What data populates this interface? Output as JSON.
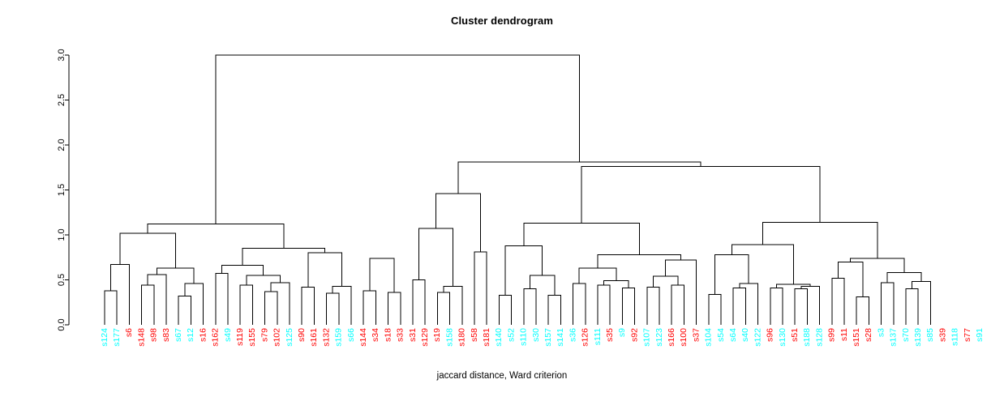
{
  "chart_data": {
    "type": "dendrogram",
    "title": "Cluster dendrogram",
    "xlabel": "jaccard distance, Ward criterion",
    "ylabel": "",
    "ylim": [
      0,
      3.0
    ],
    "yticks": [
      "0.0",
      "0.5",
      "1.0",
      "1.5",
      "2.0",
      "2.5",
      "3.0"
    ],
    "ytick_values": [
      0,
      0.5,
      1.0,
      1.5,
      2.0,
      2.5,
      3.0
    ],
    "grid": false,
    "legend": "none",
    "colors": {
      "group_cyan": "#00FFFF",
      "group_red": "#FF0000",
      "links": "#000000",
      "axis": "#000000",
      "background": "#FFFFFF"
    },
    "leaf_count": 68,
    "leaves": [
      {
        "label": "s124",
        "color": "#00FFFF"
      },
      {
        "label": "s177",
        "color": "#00FFFF"
      },
      {
        "label": "s6",
        "color": "#FF0000"
      },
      {
        "label": "s148",
        "color": "#FF0000"
      },
      {
        "label": "s98",
        "color": "#FF0000"
      },
      {
        "label": "s83",
        "color": "#FF0000"
      },
      {
        "label": "s67",
        "color": "#00FFFF"
      },
      {
        "label": "s12",
        "color": "#00FFFF"
      },
      {
        "label": "s16",
        "color": "#FF0000"
      },
      {
        "label": "s162",
        "color": "#FF0000"
      },
      {
        "label": "s49",
        "color": "#00FFFF"
      },
      {
        "label": "s119",
        "color": "#FF0000"
      },
      {
        "label": "s155",
        "color": "#FF0000"
      },
      {
        "label": "s79",
        "color": "#FF0000"
      },
      {
        "label": "s102",
        "color": "#FF0000"
      },
      {
        "label": "s125",
        "color": "#00FFFF"
      },
      {
        "label": "s90",
        "color": "#FF0000"
      },
      {
        "label": "s161",
        "color": "#FF0000"
      },
      {
        "label": "s132",
        "color": "#FF0000"
      },
      {
        "label": "s159",
        "color": "#00FFFF"
      },
      {
        "label": "s66",
        "color": "#00FFFF"
      },
      {
        "label": "s144",
        "color": "#FF0000"
      },
      {
        "label": "s34",
        "color": "#FF0000"
      },
      {
        "label": "s18",
        "color": "#FF0000"
      },
      {
        "label": "s33",
        "color": "#FF0000"
      },
      {
        "label": "s31",
        "color": "#FF0000"
      },
      {
        "label": "s129",
        "color": "#FF0000"
      },
      {
        "label": "s19",
        "color": "#FF0000"
      },
      {
        "label": "s158",
        "color": "#00FFFF"
      },
      {
        "label": "s180",
        "color": "#FF0000"
      },
      {
        "label": "s58",
        "color": "#FF0000"
      },
      {
        "label": "s181",
        "color": "#FF0000"
      },
      {
        "label": "s140",
        "color": "#00FFFF"
      },
      {
        "label": "s52",
        "color": "#00FFFF"
      },
      {
        "label": "s110",
        "color": "#00FFFF"
      },
      {
        "label": "s30",
        "color": "#00FFFF"
      },
      {
        "label": "s157",
        "color": "#00FFFF"
      },
      {
        "label": "s141",
        "color": "#00FFFF"
      },
      {
        "label": "s36",
        "color": "#00FFFF"
      },
      {
        "label": "s126",
        "color": "#FF0000"
      },
      {
        "label": "s111",
        "color": "#00FFFF"
      },
      {
        "label": "s35",
        "color": "#FF0000"
      },
      {
        "label": "s9",
        "color": "#00FFFF"
      },
      {
        "label": "s92",
        "color": "#FF0000"
      },
      {
        "label": "s107",
        "color": "#00FFFF"
      },
      {
        "label": "s123",
        "color": "#00FFFF"
      },
      {
        "label": "s166",
        "color": "#FF0000"
      },
      {
        "label": "s100",
        "color": "#FF0000"
      },
      {
        "label": "s37",
        "color": "#FF0000"
      },
      {
        "label": "s104",
        "color": "#00FFFF"
      },
      {
        "label": "s54",
        "color": "#00FFFF"
      },
      {
        "label": "s64",
        "color": "#00FFFF"
      },
      {
        "label": "s40",
        "color": "#00FFFF"
      },
      {
        "label": "s122",
        "color": "#00FFFF"
      },
      {
        "label": "s96",
        "color": "#FF0000"
      },
      {
        "label": "s130",
        "color": "#00FFFF"
      },
      {
        "label": "s51",
        "color": "#FF0000"
      },
      {
        "label": "s188",
        "color": "#00FFFF"
      },
      {
        "label": "s128",
        "color": "#00FFFF"
      },
      {
        "label": "s99",
        "color": "#FF0000"
      },
      {
        "label": "s11",
        "color": "#FF0000"
      },
      {
        "label": "s151",
        "color": "#FF0000"
      },
      {
        "label": "s28",
        "color": "#FF0000"
      },
      {
        "label": "s3",
        "color": "#00FFFF"
      },
      {
        "label": "s137",
        "color": "#00FFFF"
      },
      {
        "label": "s70",
        "color": "#00FFFF"
      },
      {
        "label": "s139",
        "color": "#00FFFF"
      },
      {
        "label": "s85",
        "color": "#00FFFF"
      },
      {
        "label": "s39",
        "color": "#FF0000"
      },
      {
        "label": "s118",
        "color": "#00FFFF"
      },
      {
        "label": "s77",
        "color": "#FF0000"
      },
      {
        "label": "s91",
        "color": "#00FFFF"
      }
    ],
    "merges": [
      {
        "id": "n1",
        "left": {
          "leaf": 0
        },
        "right": {
          "leaf": 1
        },
        "height": 0.38
      },
      {
        "id": "n2",
        "left": {
          "node": "n1"
        },
        "right": {
          "leaf": 2
        },
        "height": 0.67
      },
      {
        "id": "n3",
        "left": {
          "leaf": 3
        },
        "right": {
          "leaf": 4
        },
        "height": 0.44
      },
      {
        "id": "n4",
        "left": {
          "node": "n3"
        },
        "right": {
          "leaf": 5
        },
        "height": 0.56
      },
      {
        "id": "n5",
        "left": {
          "leaf": 6
        },
        "right": {
          "leaf": 7
        },
        "height": 0.32
      },
      {
        "id": "n6",
        "left": {
          "node": "n5"
        },
        "right": {
          "leaf": 8
        },
        "height": 0.46
      },
      {
        "id": "n7",
        "left": {
          "node": "n4"
        },
        "right": {
          "node": "n6"
        },
        "height": 0.63
      },
      {
        "id": "n8",
        "left": {
          "node": "n2"
        },
        "right": {
          "node": "n7"
        },
        "height": 1.02
      },
      {
        "id": "n9",
        "left": {
          "leaf": 9
        },
        "right": {
          "leaf": 10
        },
        "height": 0.57
      },
      {
        "id": "n10",
        "left": {
          "leaf": 11
        },
        "right": {
          "leaf": 12
        },
        "height": 0.44
      },
      {
        "id": "n11",
        "left": {
          "leaf": 13
        },
        "right": {
          "leaf": 14
        },
        "height": 0.37
      },
      {
        "id": "n12",
        "left": {
          "node": "n11"
        },
        "right": {
          "leaf": 15
        },
        "height": 0.47
      },
      {
        "id": "n13",
        "left": {
          "node": "n10"
        },
        "right": {
          "node": "n12"
        },
        "height": 0.55
      },
      {
        "id": "n14",
        "left": {
          "node": "n9"
        },
        "right": {
          "node": "n13"
        },
        "height": 0.66
      },
      {
        "id": "n15",
        "left": {
          "leaf": 16
        },
        "right": {
          "leaf": 17
        },
        "height": 0.42
      },
      {
        "id": "n16",
        "left": {
          "leaf": 18
        },
        "right": {
          "leaf": 19
        },
        "height": 0.35
      },
      {
        "id": "n17",
        "left": {
          "node": "n16"
        },
        "right": {
          "leaf": 20
        },
        "height": 0.43
      },
      {
        "id": "n18",
        "left": {
          "node": "n15"
        },
        "right": {
          "node": "n17"
        },
        "height": 0.8
      },
      {
        "id": "n19",
        "left": {
          "node": "n14"
        },
        "right": {
          "node": "n18"
        },
        "height": 0.85
      },
      {
        "id": "n20",
        "left": {
          "node": "n8"
        },
        "right": {
          "node": "n19"
        },
        "height": 1.12
      },
      {
        "id": "n21",
        "left": {
          "leaf": 21
        },
        "right": {
          "leaf": 22
        },
        "height": 0.38
      },
      {
        "id": "n22",
        "left": {
          "leaf": 23
        },
        "right": {
          "leaf": 24
        },
        "height": 0.36
      },
      {
        "id": "n23",
        "left": {
          "node": "n21"
        },
        "right": {
          "node": "n22"
        },
        "height": 0.74
      },
      {
        "id": "n24",
        "left": {
          "leaf": 25
        },
        "right": {
          "leaf": 26
        },
        "height": 0.5
      },
      {
        "id": "n25",
        "left": {
          "leaf": 27
        },
        "right": {
          "leaf": 28
        },
        "height": 0.36
      },
      {
        "id": "n26",
        "left": {
          "node": "n25"
        },
        "right": {
          "leaf": 29
        },
        "height": 0.43
      },
      {
        "id": "n27",
        "left": {
          "node": "n24"
        },
        "right": {
          "node": "n26"
        },
        "height": 1.07
      },
      {
        "id": "n28",
        "left": {
          "leaf": 30
        },
        "right": {
          "leaf": 31
        },
        "height": 0.81
      },
      {
        "id": "n29",
        "left": {
          "node": "n27"
        },
        "right": {
          "node": "n28"
        },
        "height": 1.46
      },
      {
        "id": "n30",
        "left": {
          "leaf": 32
        },
        "right": {
          "leaf": 33
        },
        "height": 0.33
      },
      {
        "id": "n31",
        "left": {
          "leaf": 34
        },
        "right": {
          "leaf": 35
        },
        "height": 0.4
      },
      {
        "id": "n32",
        "left": {
          "leaf": 36
        },
        "right": {
          "leaf": 37
        },
        "height": 0.33
      },
      {
        "id": "n33",
        "left": {
          "node": "n31"
        },
        "right": {
          "node": "n32"
        },
        "height": 0.55
      },
      {
        "id": "n34",
        "left": {
          "node": "n30"
        },
        "right": {
          "node": "n33"
        },
        "height": 0.88
      },
      {
        "id": "n35",
        "left": {
          "leaf": 38
        },
        "right": {
          "leaf": 39
        },
        "height": 0.46
      },
      {
        "id": "n36",
        "left": {
          "leaf": 40
        },
        "right": {
          "leaf": 41
        },
        "height": 0.44
      },
      {
        "id": "n37",
        "left": {
          "leaf": 42
        },
        "right": {
          "leaf": 43
        },
        "height": 0.41
      },
      {
        "id": "n38",
        "left": {
          "node": "n36"
        },
        "right": {
          "node": "n37"
        },
        "height": 0.49
      },
      {
        "id": "n39",
        "left": {
          "node": "n35"
        },
        "right": {
          "node": "n38"
        },
        "height": 0.63
      },
      {
        "id": "n40",
        "left": {
          "leaf": 44
        },
        "right": {
          "leaf": 45
        },
        "height": 0.42
      },
      {
        "id": "n41",
        "left": {
          "leaf": 46
        },
        "right": {
          "leaf": 47
        },
        "height": 0.44
      },
      {
        "id": "n42",
        "left": {
          "node": "n40"
        },
        "right": {
          "node": "n41"
        },
        "height": 0.54
      },
      {
        "id": "n43",
        "left": {
          "node": "n42"
        },
        "right": {
          "leaf": 48
        },
        "height": 0.72
      },
      {
        "id": "n44",
        "left": {
          "node": "n39"
        },
        "right": {
          "node": "n43"
        },
        "height": 0.78
      },
      {
        "id": "n45",
        "left": {
          "node": "n34"
        },
        "right": {
          "node": "n44"
        },
        "height": 1.13
      },
      {
        "id": "n46",
        "left": {
          "leaf": 49
        },
        "right": {
          "leaf": 50
        },
        "height": 0.34
      },
      {
        "id": "n47",
        "left": {
          "leaf": 51
        },
        "right": {
          "leaf": 52
        },
        "height": 0.41
      },
      {
        "id": "n48",
        "left": {
          "node": "n47"
        },
        "right": {
          "leaf": 53
        },
        "height": 0.46
      },
      {
        "id": "n49",
        "left": {
          "node": "n46"
        },
        "right": {
          "node": "n48"
        },
        "height": 0.78
      },
      {
        "id": "n50",
        "left": {
          "leaf": 54
        },
        "right": {
          "leaf": 55
        },
        "height": 0.41
      },
      {
        "id": "n51",
        "left": {
          "leaf": 56
        },
        "right": {
          "leaf": 57
        },
        "height": 0.4
      },
      {
        "id": "n52",
        "left": {
          "node": "n51"
        },
        "right": {
          "leaf": 58
        },
        "height": 0.43
      },
      {
        "id": "n53",
        "left": {
          "node": "n50"
        },
        "right": {
          "node": "n52"
        },
        "height": 0.45
      },
      {
        "id": "n54",
        "left": {
          "node": "n49"
        },
        "right": {
          "node": "n53"
        },
        "height": 0.89
      },
      {
        "id": "n55",
        "left": {
          "leaf": 59
        },
        "right": {
          "leaf": 60
        },
        "height": 0.52
      },
      {
        "id": "n56",
        "left": {
          "leaf": 61
        },
        "right": {
          "leaf": 62
        },
        "height": 0.31
      },
      {
        "id": "n57",
        "left": {
          "node": "n55"
        },
        "right": {
          "node": "n56"
        },
        "height": 0.7
      },
      {
        "id": "n58",
        "left": {
          "leaf": 63
        },
        "right": {
          "leaf": 64
        },
        "height": 0.47
      },
      {
        "id": "n59",
        "left": {
          "leaf": 65
        },
        "right": {
          "leaf": 66
        },
        "height": 0.4
      },
      {
        "id": "n60",
        "left": {
          "node": "n59"
        },
        "right": {
          "leaf": 67
        },
        "height": 0.48
      },
      {
        "id": "n61",
        "left": {
          "node": "n58"
        },
        "right": {
          "node": "n60"
        },
        "height": 0.58
      },
      {
        "id": "n62",
        "left": {
          "node": "n57"
        },
        "right": {
          "node": "n61"
        },
        "height": 0.74
      },
      {
        "id": "n63",
        "left": {
          "node": "n54"
        },
        "right": {
          "node": "n62"
        },
        "height": 1.14
      },
      {
        "id": "n64",
        "left": {
          "node": "n45"
        },
        "right": {
          "node": "n63"
        },
        "height": 1.76
      },
      {
        "id": "n65",
        "left": {
          "node": "n29"
        },
        "right": {
          "node": "n64"
        },
        "height": 1.81
      },
      {
        "id": "n66",
        "left": {
          "node": "n20"
        },
        "right": {
          "node": "n65"
        },
        "height": 3.0
      }
    ]
  }
}
